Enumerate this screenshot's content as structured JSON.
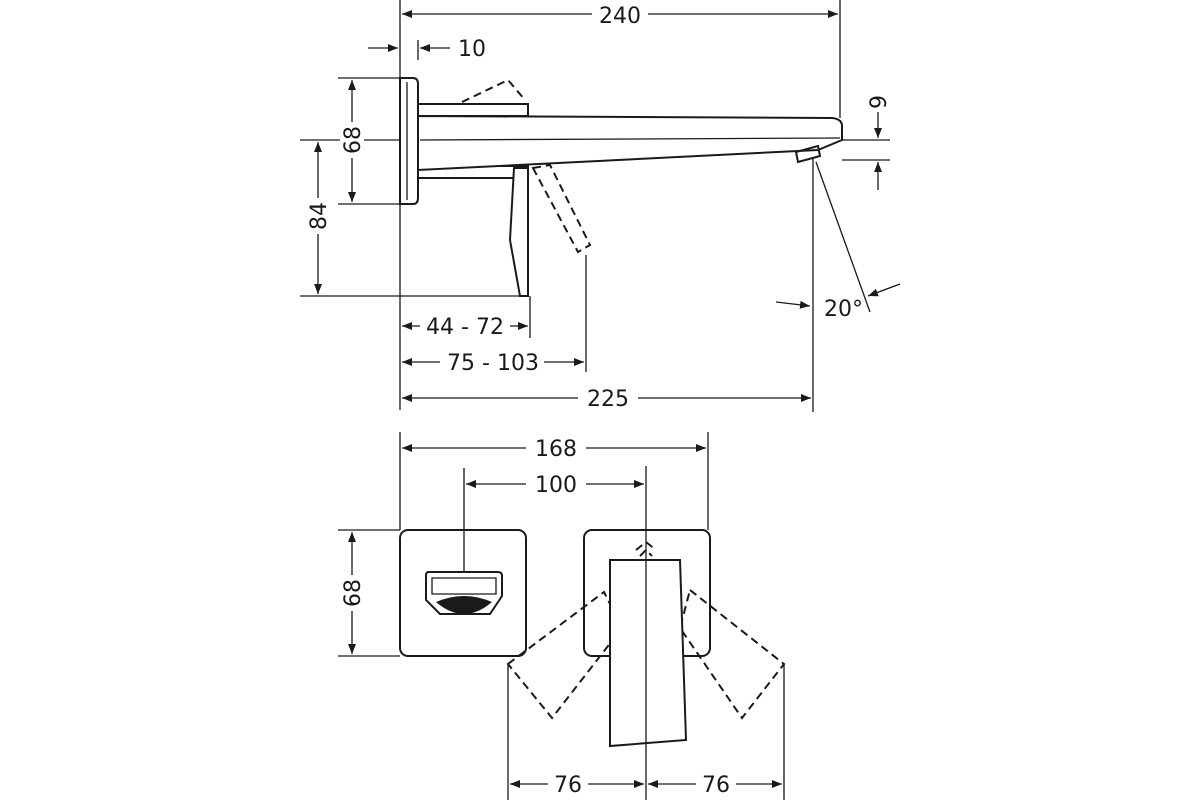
{
  "dimensions": {
    "total_projection": "240",
    "rosette_depth": "10",
    "spout_height_offset": "9",
    "rosette_height_side": "68",
    "handle_to_axis": "84",
    "wall_adjust_min": "44 - 72",
    "handle_adjust": "75 - 103",
    "spout_projection": "225",
    "spray_angle": "20°",
    "centers_outer": "168",
    "centers_inner": "100",
    "rosette_height_front": "68",
    "swing_left": "76",
    "swing_right": "76"
  }
}
